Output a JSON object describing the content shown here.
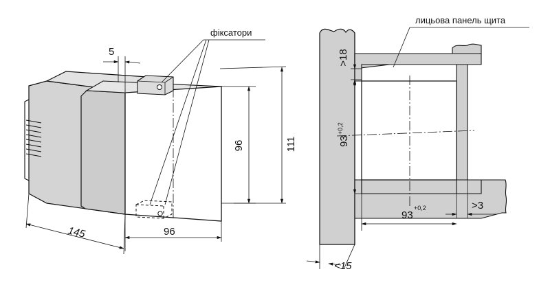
{
  "labels": {
    "latches": "фіксатори",
    "front_panel": "лицьова панель щита"
  },
  "dimensions": {
    "gap_5": "5",
    "depth_145": "145",
    "width_96": "96",
    "height_96": "96",
    "height_111": "111",
    "panel_min_18": ">18",
    "cutout_93_v": "93",
    "cutout_93_h": "93",
    "tolerance": "+0,2",
    "spacing_min_3": ">3",
    "thickness_max_15": "<15"
  },
  "colors": {
    "panel_fill": "#d0d0d0",
    "device_side": "#d4d4d4",
    "device_top": "#e2e2e2",
    "device_front": "#ffffff",
    "line": "#111111"
  }
}
